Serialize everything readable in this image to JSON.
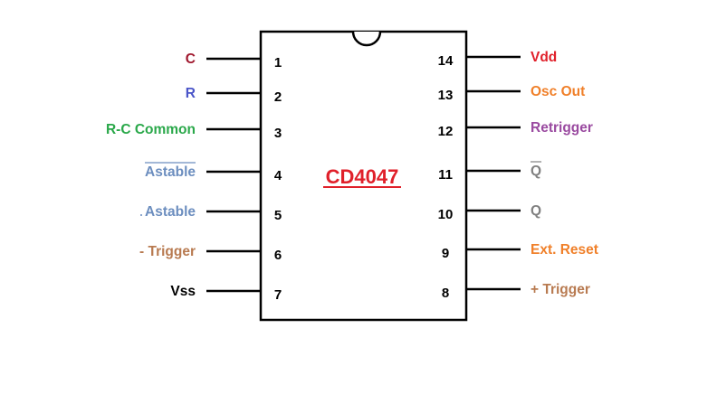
{
  "chip": {
    "title": "CD4047",
    "title_color": "#e0202a"
  },
  "pins_left": [
    {
      "number": "1",
      "label": "C",
      "color": "#a0182e"
    },
    {
      "number": "2",
      "label": "R",
      "color": "#4a55c8"
    },
    {
      "number": "3",
      "label": "R-C Common",
      "color": "#2aa84a"
    },
    {
      "number": "4",
      "label": "Astable",
      "color": "#6c8ebf",
      "overline": true
    },
    {
      "number": "5",
      "label": "Astable",
      "color": "#6c8ebf",
      "dot": true
    },
    {
      "number": "6",
      "label": "- Trigger",
      "color": "#b87a50"
    },
    {
      "number": "7",
      "label": "Vss",
      "color": "#000000"
    }
  ],
  "pins_right": [
    {
      "number": "14",
      "label": "Vdd",
      "color": "#e0202a"
    },
    {
      "number": "13",
      "label": "Osc Out",
      "color": "#f0802a"
    },
    {
      "number": "12",
      "label": "Retrigger",
      "color": "#9a4aa0"
    },
    {
      "number": "11",
      "label": "Q",
      "color": "#808080",
      "overline": true
    },
    {
      "number": "10",
      "label": "Q",
      "color": "#808080"
    },
    {
      "number": "9",
      "label": "Ext. Reset",
      "color": "#f0802a"
    },
    {
      "number": "8",
      "label": "+ Trigger",
      "color": "#b87a50"
    }
  ]
}
